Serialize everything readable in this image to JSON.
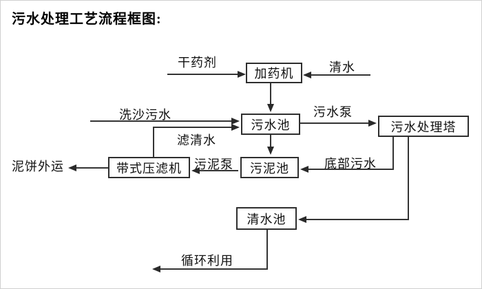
{
  "title": "污水处理工艺流程框图:",
  "nodes": {
    "dosing_machine": "加药机",
    "sewage_pool": "污水池",
    "treatment_tower": "污水处理塔",
    "sludge_pool": "污泥池",
    "belt_filter_press": "带式压滤机",
    "clear_water_pool": "清水池"
  },
  "labels": {
    "dry_agent": "干药剂",
    "clear_water": "清水",
    "sand_wash_sewage": "洗沙污水",
    "filtered_water": "滤清水",
    "sewage_pump": "污水泵",
    "bottom_sewage": "底部污水",
    "sludge_pump": "污泥泵",
    "mud_cake_transport": "泥饼外运",
    "recycling": "循环利用"
  },
  "colors": {
    "line": "#333333",
    "text": "#111111",
    "background": "#ffffff"
  }
}
